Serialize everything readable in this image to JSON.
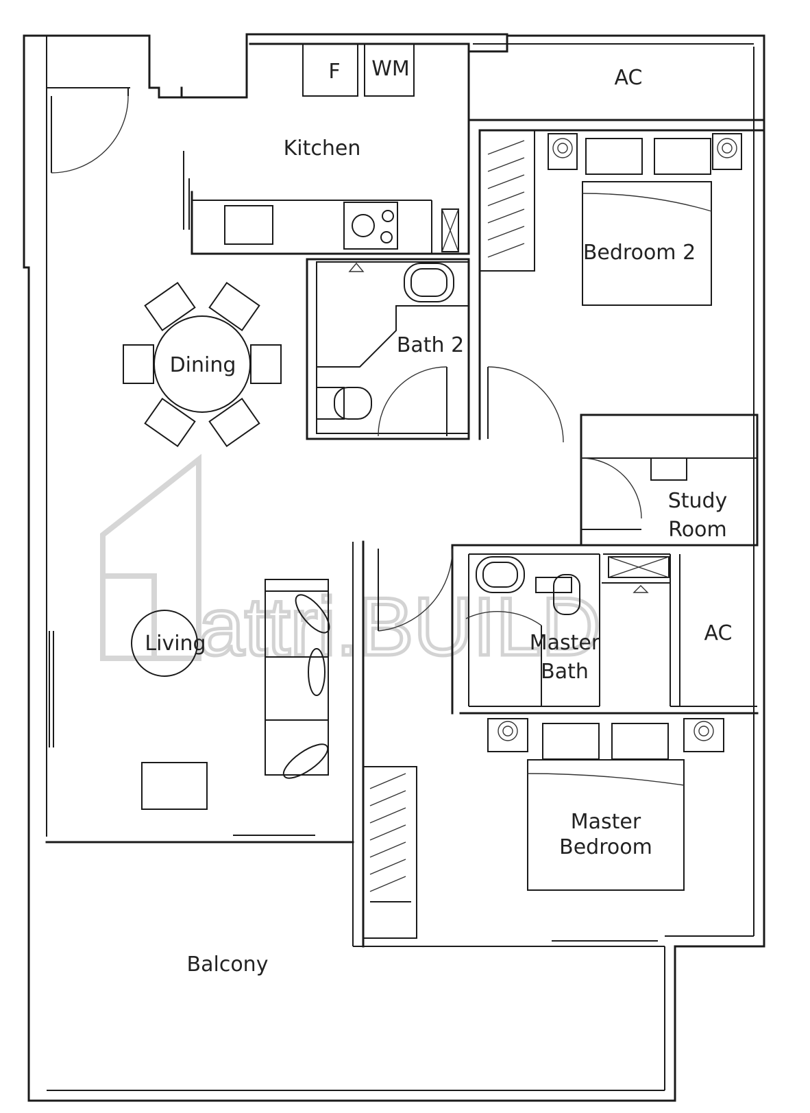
{
  "rooms": {
    "kitchen": "Kitchen",
    "fridge": "F",
    "washing_machine": "WM",
    "ac_top": "AC",
    "bedroom2": "Bedroom 2",
    "bath2": "Bath 2",
    "dining": "Dining",
    "study_line1": "Study",
    "study_line2": "Room",
    "living": "Living",
    "master_bath_line1": "Master",
    "master_bath_line2": "Bath",
    "ac_right": "AC",
    "master_bedroom_line1": "Master",
    "master_bedroom_line2": "Bedroom",
    "balcony": "Balcony"
  },
  "watermark": "attri.BUILD"
}
